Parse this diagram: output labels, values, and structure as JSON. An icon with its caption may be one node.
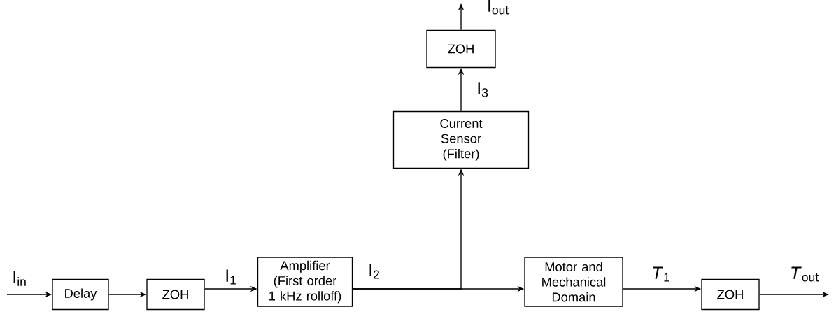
{
  "diagram": {
    "nodes": [
      {
        "text": [
          "Delay"
        ]
      },
      {
        "text": [
          "ZOH"
        ]
      },
      {
        "text": [
          "Amplifier",
          "(First order 1 kHz rolloff)"
        ]
      },
      {
        "text": [
          "Current Sensor (Filter)"
        ]
      },
      {
        "text": [
          "ZOH"
        ]
      },
      {
        "text": [
          "Motor and Mechanical Domain"
        ]
      },
      {
        "text": [
          "ZOH"
        ]
      }
    ],
    "edges": [
      {
        "from": null,
        "to": 0,
        "arrow": "to",
        "label": "I$_{in}$"
      },
      {
        "from": 0,
        "to": 1,
        "arrow": "to"
      },
      {
        "from": 1,
        "to": 2,
        "arrow": "to",
        "label": "I$_{1}$"
      },
      {
        "from": 2,
        "to": 5,
        "arrow": "to",
        "label": "I$_{2}$"
      },
      {
        "from": 2,
        "to": 3,
        "arrow": "to"
      },
      {
        "from": 3,
        "to": 4,
        "arrow": "to",
        "label": "I$_{3}$"
      },
      {
        "from": 4,
        "to": null,
        "arrow": "to",
        "label": "I$_{out}$"
      },
      {
        "from": 5,
        "to": 6,
        "arrow": "to",
        "label": "*T*$_{1}$"
      },
      {
        "from": 6,
        "to": null,
        "arrow": "to",
        "label": "*T*$_{out}$"
      }
    ]
  }
}
